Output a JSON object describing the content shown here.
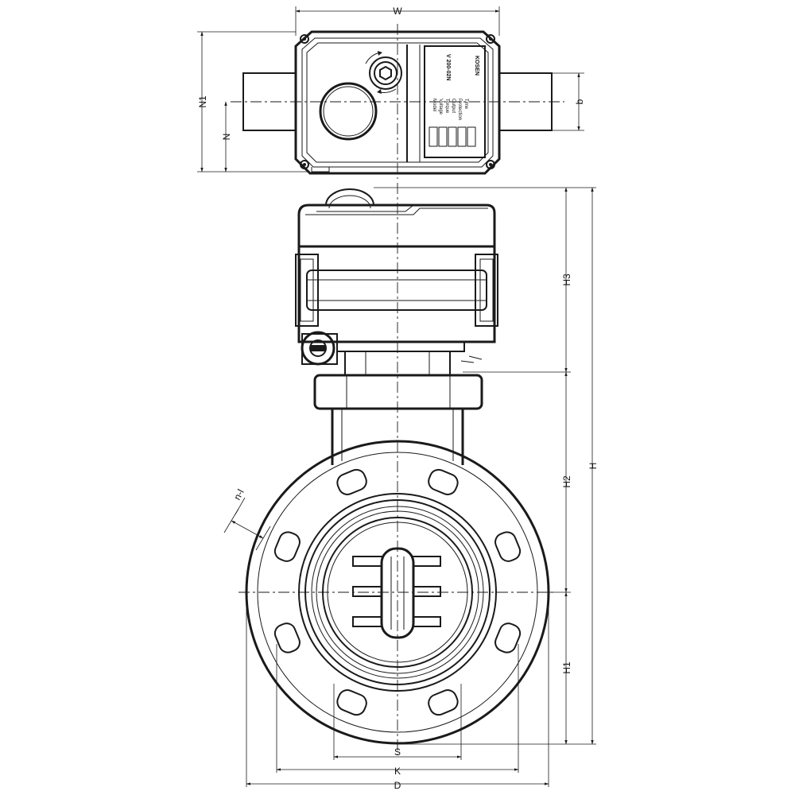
{
  "dimensions": {
    "W": "W",
    "N1": "N1",
    "N": "N",
    "b": "b",
    "H3": "H3",
    "H2": "H2",
    "H1": "H1",
    "H": "H",
    "S": "S",
    "K": "K",
    "D": "D",
    "n_l": "n-l"
  },
  "nameplate": {
    "brand": "KOSEN",
    "model": "V 200-02N",
    "rows": [
      "Model",
      "Voltage",
      "Torque",
      "Output",
      "Protection",
      "Time"
    ],
    "values": [
      "",
      "",
      "",
      "",
      "",
      ""
    ]
  },
  "colors": {
    "line": "#1a1a1a",
    "background": "#ffffff"
  }
}
